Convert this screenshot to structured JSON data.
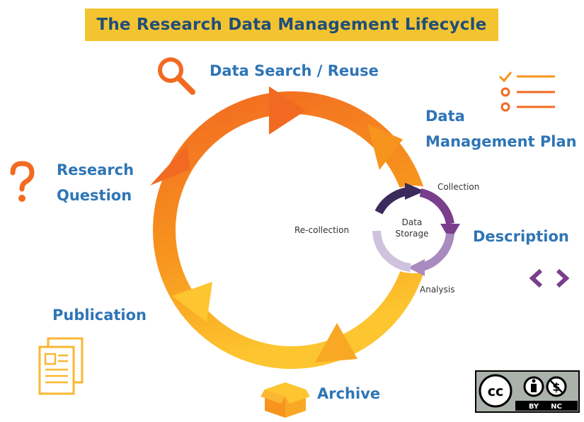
{
  "title": "The Research Data Management Lifecycle",
  "stages": {
    "data_search": "Data Search / Reuse",
    "dmp_line1": "Data",
    "dmp_line2": "Management Plan",
    "description": "Description",
    "archive": "Archive",
    "publication": "Publication",
    "research_line1": "Research",
    "research_line2": "Question"
  },
  "inner_cycle": {
    "center_line1": "Data",
    "center_line2": "Storage",
    "collection": "Collection",
    "analysis": "Analysis",
    "recollection": "Re-collection"
  },
  "license": {
    "cc": "cc",
    "by": "BY",
    "nc": "NC"
  },
  "icons": [
    "search-icon",
    "checklist-icon",
    "question-icon",
    "code-brackets-icon",
    "document-icon",
    "box-icon",
    "cc-license-icon"
  ],
  "colors": {
    "title_bg": "#f4c430",
    "title_text": "#1f4e79",
    "label": "#2e75b6",
    "cycle_start": "#f26a21",
    "cycle_end": "#fbb731",
    "inner_dark": "#3b2a5c",
    "inner_purple": "#7a3e8c",
    "inner_light": "#c9b8d9"
  }
}
